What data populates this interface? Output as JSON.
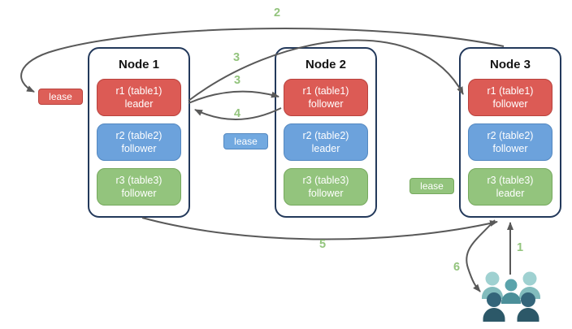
{
  "nodes": [
    {
      "title": "Node 1",
      "replicas": [
        {
          "name": "r1 (table1)",
          "role": "leader",
          "color": "#dc5b55"
        },
        {
          "name": "r2 (table2)",
          "role": "follower",
          "color": "#6ca2dc"
        },
        {
          "name": "r3 (table3)",
          "role": "follower",
          "color": "#93c47d"
        }
      ]
    },
    {
      "title": "Node 2",
      "replicas": [
        {
          "name": "r1 (table1)",
          "role": "follower",
          "color": "#dc5b55"
        },
        {
          "name": "r2 (table2)",
          "role": "leader",
          "color": "#6ca2dc"
        },
        {
          "name": "r3 (table3)",
          "role": "follower",
          "color": "#93c47d"
        }
      ]
    },
    {
      "title": "Node 3",
      "replicas": [
        {
          "name": "r1 (table1)",
          "role": "follower",
          "color": "#dc5b55"
        },
        {
          "name": "r2 (table2)",
          "role": "follower",
          "color": "#6ca2dc"
        },
        {
          "name": "r3 (table3)",
          "role": "leader",
          "color": "#93c47d"
        }
      ]
    }
  ],
  "leases": [
    {
      "label": "lease",
      "color": "#dd5f58"
    },
    {
      "label": "lease",
      "color": "#72a9e0"
    },
    {
      "label": "lease",
      "color": "#93c47d"
    }
  ],
  "steps": {
    "s1": "1",
    "s2": "2",
    "s3a": "3",
    "s3b": "3",
    "s4": "4",
    "s5": "5",
    "s6": "6"
  },
  "icon_colors": {
    "users_back_head": "#9fd1d1",
    "users_back_body": "#82bcbd",
    "users_mid_head": "#5aa3ab",
    "users_mid_body": "#4b8f99",
    "users_front_head": "#34657a",
    "users_front_body": "#2c5868"
  },
  "colors": {
    "arrow": "#595959",
    "node_border": "#23395b",
    "step_label": "#93c47d",
    "red_border": "#b8423d",
    "blue_border": "#5488c0",
    "green_border": "#76a95e"
  }
}
